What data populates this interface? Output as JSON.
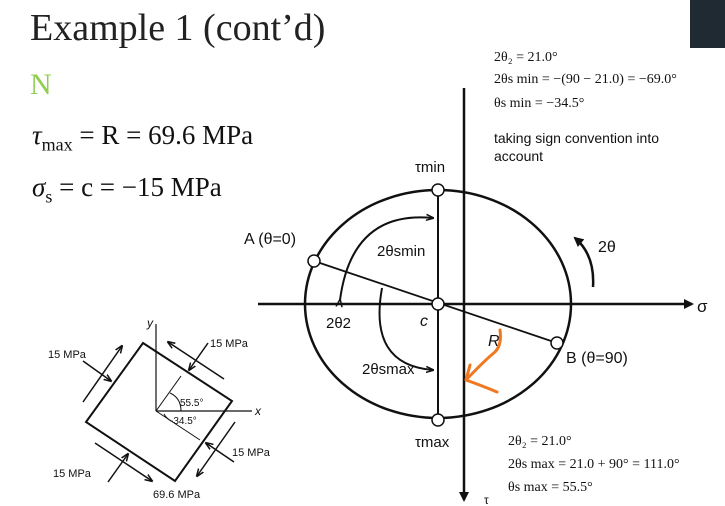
{
  "slide": {
    "title": "Example 1 (cont’d)",
    "partial_heading": "N"
  },
  "equations": {
    "tau_max": {
      "lhs": "τ",
      "sub": "max",
      "rhs": " = R = 69.6 MPa"
    },
    "sigma_s": {
      "lhs": "σ",
      "sub": "s",
      "rhs": " = c = −15 MPa"
    }
  },
  "top_notes": {
    "line1": "2θ₂ = 21.0°",
    "line2": "2θs min = −(90 − 21.0) = −69.0°",
    "line3": "θs min = −34.5°",
    "line4": "taking sign convention into",
    "line5": "account"
  },
  "bottom_notes": {
    "line1": "2θ₂ = 21.0°",
    "line2": "2θs max = 21.0 + 90° = 111.0°",
    "line3": "θs max = 55.5°"
  },
  "mohr": {
    "tau_min": "τmin",
    "tau_max": "τmax",
    "tau_axis": "τ",
    "sigma_axis": "σ",
    "point_a": "A (θ=0)",
    "point_b": "B (θ=90)",
    "center": "c",
    "radius": "R",
    "two_theta": "2θ",
    "two_theta_smin": "2θsmin",
    "two_theta_2": "2θ2",
    "two_theta_smax": "2θsmax",
    "annotation_color": "#f07820"
  },
  "element": {
    "y_label": "y",
    "x_label": "x",
    "angle_1": "55.5°",
    "angle_2": "-34.5°",
    "load_top_left": "15 MPa",
    "load_top_right": "15 MPa",
    "load_right": "15 MPa",
    "load_bottom_left": "15 MPa",
    "shear": "69.6 MPa"
  }
}
